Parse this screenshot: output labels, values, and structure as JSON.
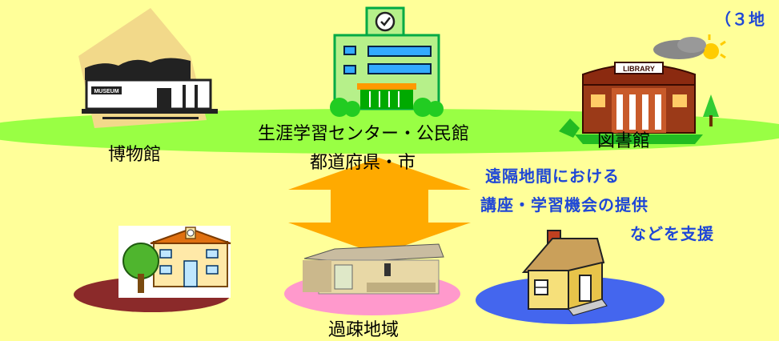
{
  "corner_note": "（３地",
  "labels": {
    "museum": "博物館",
    "center": "生涯学習センター・公民館",
    "library": "図書館",
    "prefecture": "都道府県・市",
    "depopulated": "過疎地域"
  },
  "signs": {
    "museum": "MUSEUM",
    "library": "LIBRARY"
  },
  "support_text": {
    "line1": "遠隔地間における",
    "line2": "講座・学習機会の提供",
    "line3": "などを支援"
  },
  "colors": {
    "background": "#ffff99",
    "green_platform": "#99ff44",
    "arrow": "#ffaa00",
    "brown_disc": "#8b2a2a",
    "pink_disc": "#ff99cc",
    "blue_disc": "#4466ee",
    "support_text": "#1f47d6"
  },
  "icons": [
    "museum-building-icon",
    "community-center-icon",
    "library-building-icon",
    "weather-icon",
    "school-icon",
    "tree-icon",
    "rural-house-icon",
    "cottage-icon"
  ]
}
